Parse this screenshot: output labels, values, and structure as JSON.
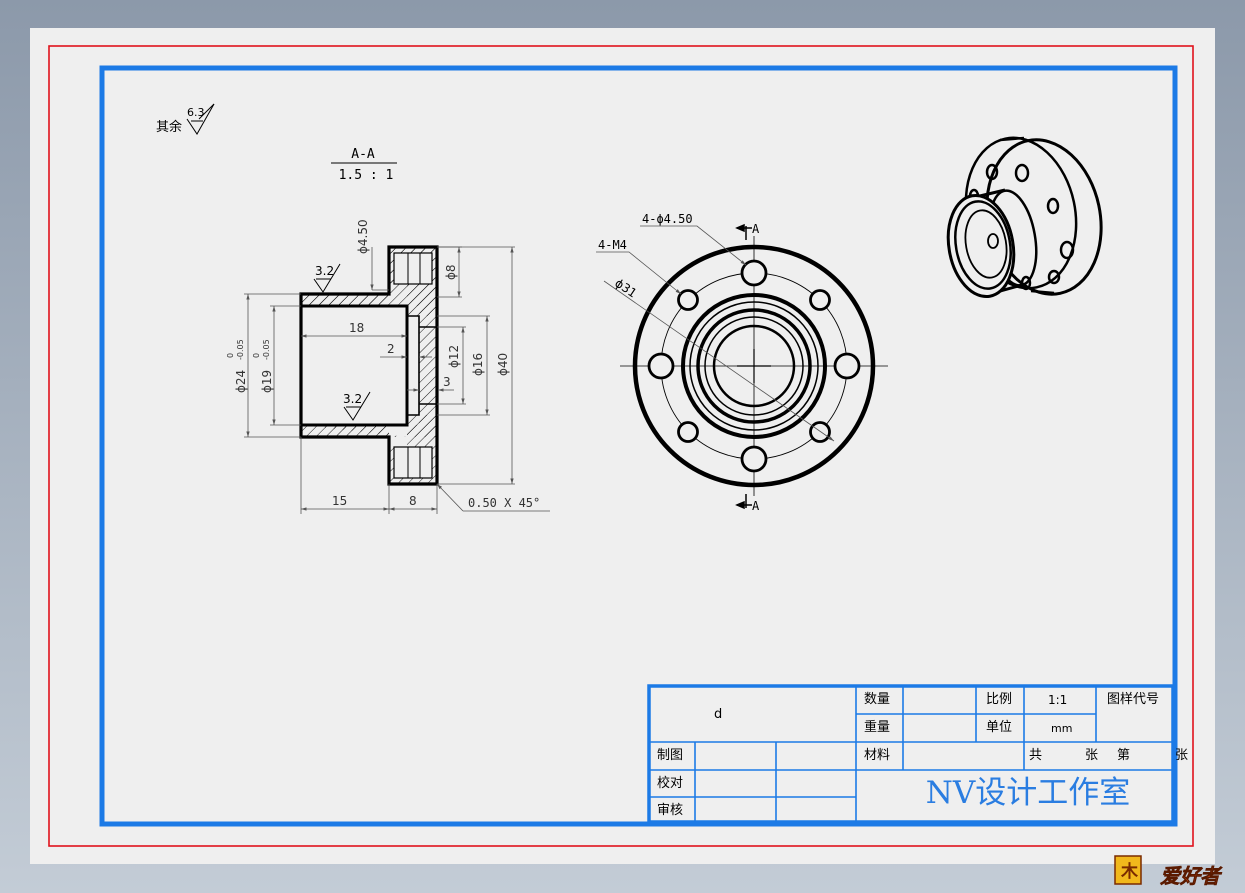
{
  "colors": {
    "background_top": "#8c99aa",
    "background_bottom": "#c3ccd6",
    "paper": "#efefef",
    "outer_frame": "#e0121b",
    "inner_frame": "#1c7ae6",
    "line": "#000000",
    "dimension": "#555555",
    "company": "#2a7de1"
  },
  "surface_finish_note": {
    "prefix": "其余",
    "value": "6.3"
  },
  "section_view": {
    "label": "A-A",
    "scale": "1.5 : 1",
    "roughness_1": "3.2",
    "roughness_2": "3.2",
    "dims": {
      "d_450": "ϕ4.50",
      "d_8": "ϕ8",
      "d_12": "ϕ12",
      "d_16": "ϕ16",
      "d_40": "ϕ40",
      "d_24": "ϕ24",
      "tol_24_upper": "0",
      "tol_24_lower": "-0.05",
      "d_19": "ϕ19",
      "tol_19_upper": "0",
      "tol_19_lower": "-0.05",
      "len_18": "18",
      "len_2": "2",
      "len_3": "3",
      "len_15": "15",
      "len_8": "8",
      "chamfer": "0.50 X 45°"
    }
  },
  "front_view": {
    "holes_label": "4-ϕ4.50",
    "threads_label": "4-M4",
    "pcd_label": "ϕ31",
    "cut_top": "A",
    "cut_bottom": "A"
  },
  "title_block": {
    "part_name": "d",
    "qty_label": "数量",
    "weight_label": "重量",
    "scale_label": "比例",
    "scale_value": "1:1",
    "unit_label": "单位",
    "unit_value": "mm",
    "drawing_no_label": "图样代号",
    "material_label": "材料",
    "sheets_total": "共",
    "sheets_word": "张",
    "sheet_no": "第",
    "sheet_word": "张",
    "drawn_label": "制图",
    "checked_label": "校对",
    "approved_label": "审核",
    "company": "NV设计工作室"
  },
  "watermark": {
    "box_char": "木",
    "text": "爱好者"
  }
}
